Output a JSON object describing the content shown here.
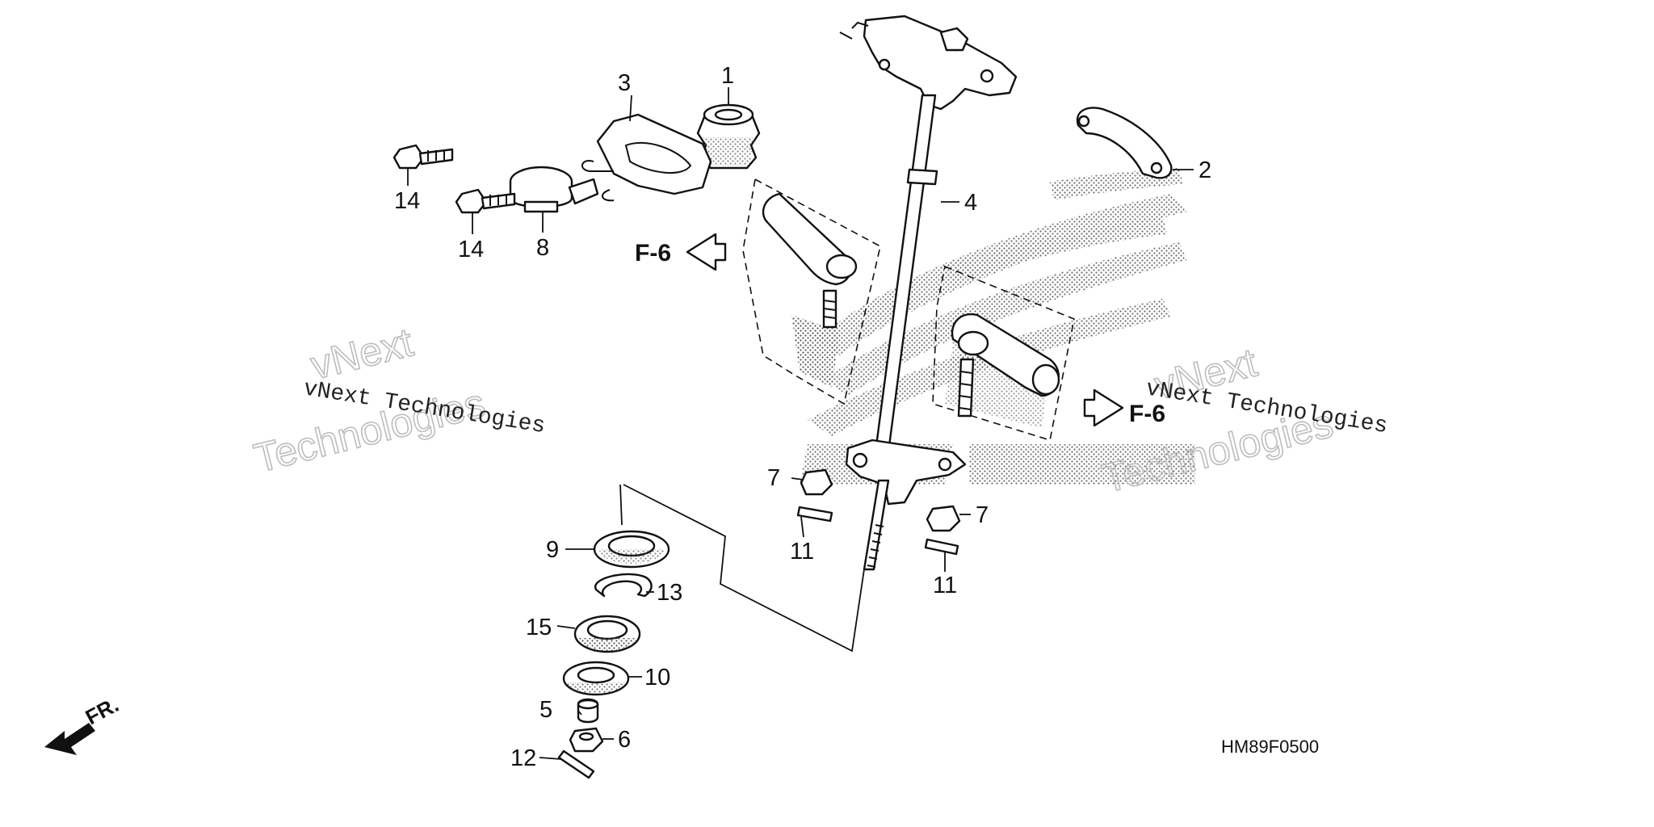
{
  "diagram": {
    "code": "HM89F0500",
    "front_label": "FR.",
    "refs": [
      {
        "id": "ref-left",
        "label": "F-6"
      },
      {
        "id": "ref-right",
        "label": "F-6"
      }
    ],
    "watermark": {
      "line1": "vNext Technologies",
      "outline_top": "vNext",
      "outline_bottom": "Technologies"
    },
    "callouts": [
      {
        "id": "c1",
        "label": "1"
      },
      {
        "id": "c2",
        "label": "2"
      },
      {
        "id": "c3",
        "label": "3"
      },
      {
        "id": "c4",
        "label": "4"
      },
      {
        "id": "c5",
        "label": "5"
      },
      {
        "id": "c6",
        "label": "6"
      },
      {
        "id": "c7a",
        "label": "7"
      },
      {
        "id": "c7b",
        "label": "7"
      },
      {
        "id": "c8",
        "label": "8"
      },
      {
        "id": "c9",
        "label": "9"
      },
      {
        "id": "c10",
        "label": "10"
      },
      {
        "id": "c11a",
        "label": "11"
      },
      {
        "id": "c11b",
        "label": "11"
      },
      {
        "id": "c12",
        "label": "12"
      },
      {
        "id": "c13",
        "label": "13"
      },
      {
        "id": "c14a",
        "label": "14"
      },
      {
        "id": "c14b",
        "label": "14"
      },
      {
        "id": "c15",
        "label": "15"
      }
    ]
  }
}
